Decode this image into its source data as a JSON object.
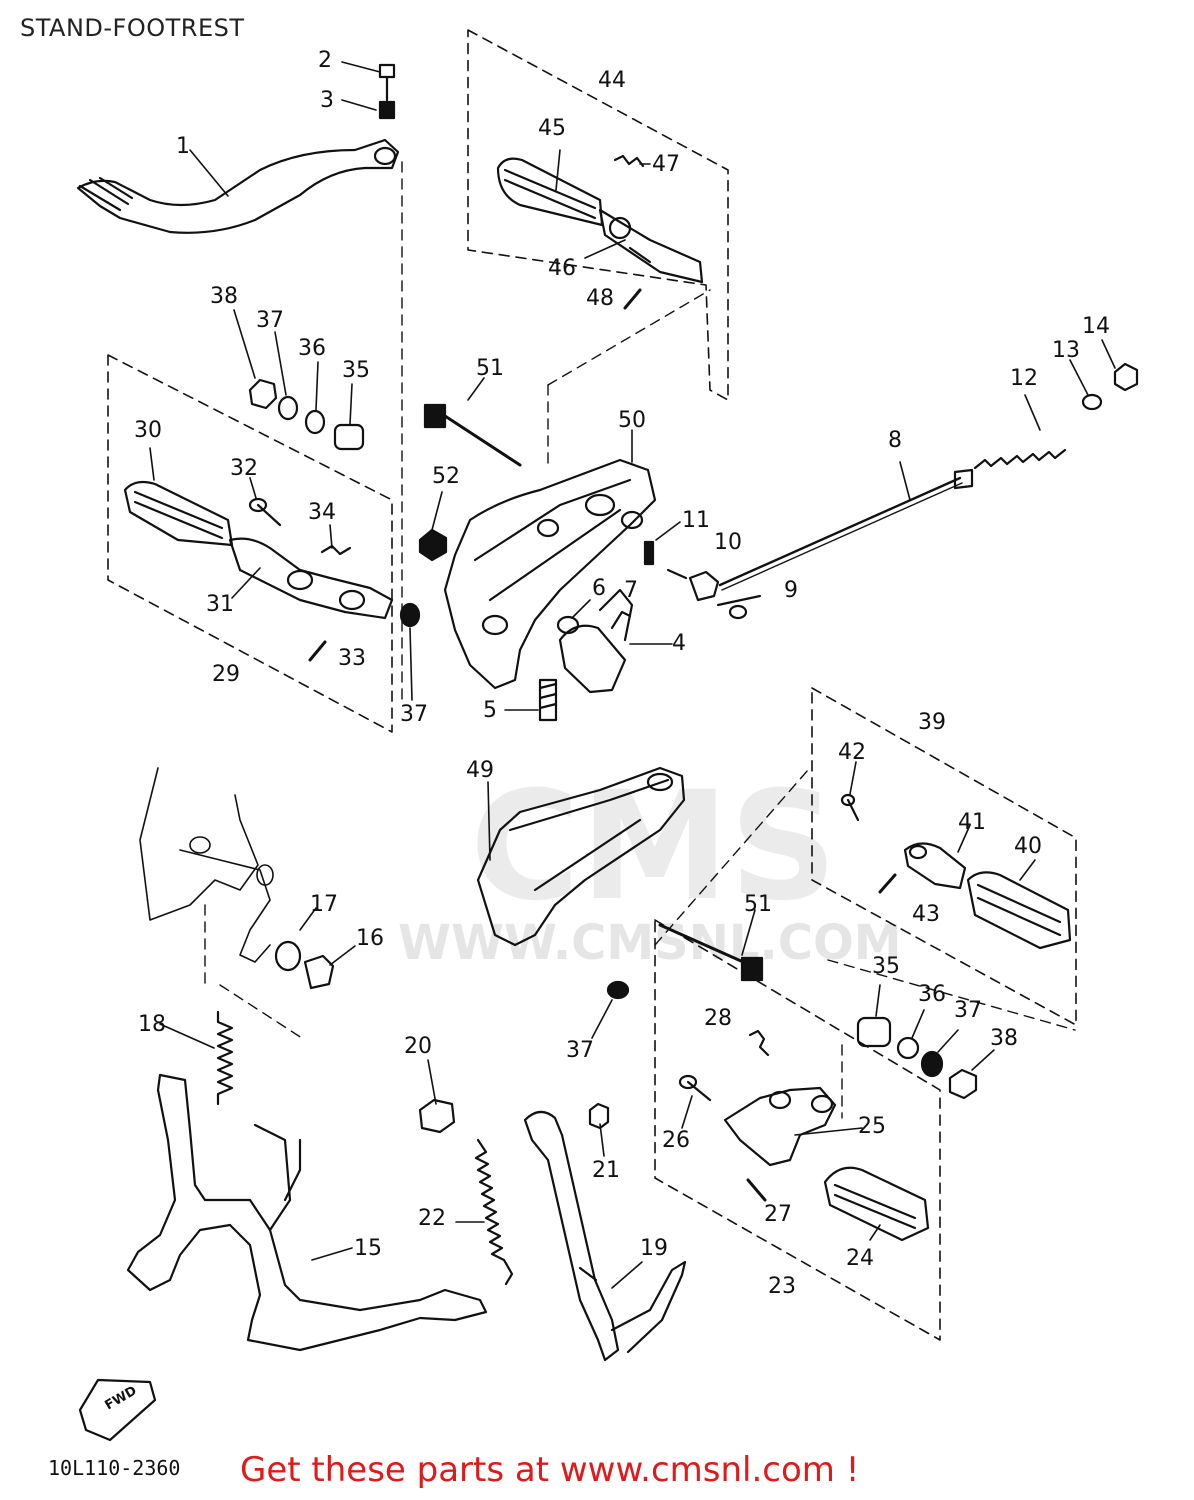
{
  "title": "STAND-FOOTREST",
  "drawing_code": "10L110-2360",
  "promo_text": "Get these parts at www.cmsnl.com !",
  "watermark": {
    "logo": "CMS",
    "url": "WWW.CMSNL.COM"
  },
  "fwd_label": "FWD",
  "callouts": [
    {
      "id": "c1",
      "label": "1"
    },
    {
      "id": "c2",
      "label": "2"
    },
    {
      "id": "c3",
      "label": "3"
    },
    {
      "id": "c4",
      "label": "4"
    },
    {
      "id": "c5",
      "label": "5"
    },
    {
      "id": "c6",
      "label": "6"
    },
    {
      "id": "c7",
      "label": "7"
    },
    {
      "id": "c8",
      "label": "8"
    },
    {
      "id": "c9",
      "label": "9"
    },
    {
      "id": "c10",
      "label": "10"
    },
    {
      "id": "c11",
      "label": "11"
    },
    {
      "id": "c12",
      "label": "12"
    },
    {
      "id": "c13",
      "label": "13"
    },
    {
      "id": "c14",
      "label": "14"
    },
    {
      "id": "c15",
      "label": "15"
    },
    {
      "id": "c16",
      "label": "16"
    },
    {
      "id": "c17",
      "label": "17"
    },
    {
      "id": "c18",
      "label": "18"
    },
    {
      "id": "c19",
      "label": "19"
    },
    {
      "id": "c20",
      "label": "20"
    },
    {
      "id": "c21",
      "label": "21"
    },
    {
      "id": "c22",
      "label": "22"
    },
    {
      "id": "c23",
      "label": "23"
    },
    {
      "id": "c24",
      "label": "24"
    },
    {
      "id": "c25",
      "label": "25"
    },
    {
      "id": "c26",
      "label": "26"
    },
    {
      "id": "c27",
      "label": "27"
    },
    {
      "id": "c28",
      "label": "28"
    },
    {
      "id": "c29",
      "label": "29"
    },
    {
      "id": "c30",
      "label": "30"
    },
    {
      "id": "c31",
      "label": "31"
    },
    {
      "id": "c32",
      "label": "32"
    },
    {
      "id": "c33",
      "label": "33"
    },
    {
      "id": "c34",
      "label": "34"
    },
    {
      "id": "c35a",
      "label": "35"
    },
    {
      "id": "c35b",
      "label": "35"
    },
    {
      "id": "c36a",
      "label": "36"
    },
    {
      "id": "c36b",
      "label": "36"
    },
    {
      "id": "c37a",
      "label": "37"
    },
    {
      "id": "c37b",
      "label": "37"
    },
    {
      "id": "c37c",
      "label": "37"
    },
    {
      "id": "c37d",
      "label": "37"
    },
    {
      "id": "c38a",
      "label": "38"
    },
    {
      "id": "c38b",
      "label": "38"
    },
    {
      "id": "c39",
      "label": "39"
    },
    {
      "id": "c40",
      "label": "40"
    },
    {
      "id": "c41",
      "label": "41"
    },
    {
      "id": "c42",
      "label": "42"
    },
    {
      "id": "c43",
      "label": "43"
    },
    {
      "id": "c44",
      "label": "44"
    },
    {
      "id": "c45",
      "label": "45"
    },
    {
      "id": "c46",
      "label": "46"
    },
    {
      "id": "c47",
      "label": "47"
    },
    {
      "id": "c48",
      "label": "48"
    },
    {
      "id": "c49",
      "label": "49"
    },
    {
      "id": "c50",
      "label": "50"
    },
    {
      "id": "c51a",
      "label": "51"
    },
    {
      "id": "c51b",
      "label": "51"
    },
    {
      "id": "c52",
      "label": "52"
    }
  ]
}
